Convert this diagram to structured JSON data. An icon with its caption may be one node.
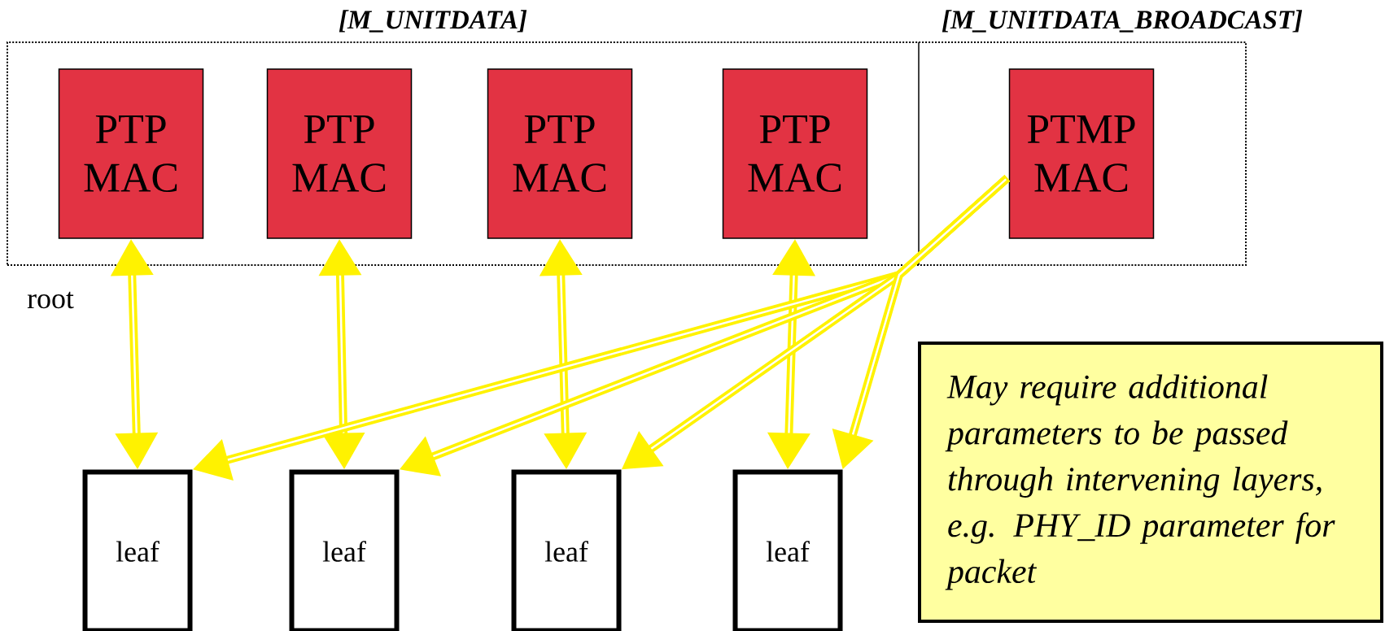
{
  "diagram": {
    "nodes": [
      {
        "text": [],
        "shape": "box"
      },
      {
        "text": [
          "PTP MAC"
        ],
        "in": 0
      },
      {
        "text": [
          "PTP MAC"
        ],
        "in": 0
      },
      {
        "text": [
          "PTP MAC"
        ],
        "in": 0
      },
      {
        "text": [
          "PTP MAC"
        ],
        "in": 0
      },
      {
        "text": [
          "PTMP MAC"
        ],
        "in": 0
      },
      {
        "text": [
          "leaf"
        ]
      },
      {
        "text": [
          "leaf"
        ]
      },
      {
        "text": [
          "leaf"
        ]
      },
      {
        "text": [
          "leaf"
        ]
      },
      {
        "text": [
          "May require additional parameters to be passed through intervening layers, e.g. PHY_ID parameter for packet"
        ]
      }
    ],
    "edges": [
      {
        "from": 1,
        "to": 6,
        "arrow": "both"
      },
      {
        "from": 2,
        "to": 7,
        "arrow": "both"
      },
      {
        "from": 3,
        "to": 8,
        "arrow": "both"
      },
      {
        "from": 4,
        "to": 9,
        "arrow": "both"
      },
      {
        "from": 5,
        "to": 6,
        "arrow": "to"
      },
      {
        "from": 5,
        "to": 7,
        "arrow": "to"
      },
      {
        "from": 5,
        "to": 8,
        "arrow": "to"
      },
      {
        "from": 5,
        "to": 9,
        "arrow": "to"
      }
    ],
    "labels": [
      "[M_UNITDATA]",
      "[M_UNITDATA_BROADCAST]",
      "root"
    ]
  }
}
